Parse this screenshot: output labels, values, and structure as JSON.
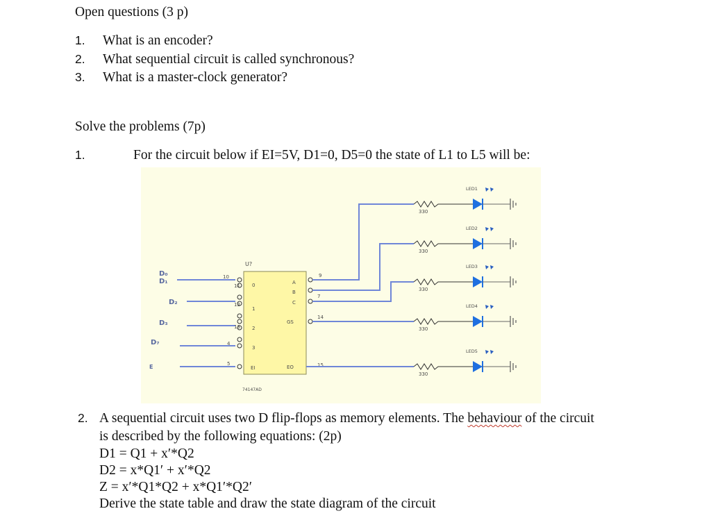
{
  "open_questions": {
    "heading": "Open questions (3 p)",
    "items": [
      {
        "num": "1.",
        "text": "What is an encoder?"
      },
      {
        "num": "2.",
        "text": "What sequential circuit is called synchronous?"
      },
      {
        "num": "3.",
        "text": "What is a master-clock generator?"
      }
    ]
  },
  "problems": {
    "heading": "Solve the problems (7p)",
    "p1": {
      "num": "1.",
      "text": "For the circuit below if EI=5V, D1=0, D5=0 the state of L1 to L5 will be:"
    },
    "p2": {
      "num": "2.",
      "line1_a": "A sequential circuit uses two D flip-flops as memory elements. The ",
      "line1_word": "behaviour",
      "line1_b": " of the circuit",
      "line2": "is described by the following equations: (2p)",
      "eq1": "D1 = Q1 + x′*Q2",
      "eq2": "D2 = x*Q1′ + x′*Q2",
      "eq3": "Z = x′*Q1*Q2 + x*Q1′*Q2′",
      "line_last": "Derive the state table and draw the state diagram of the circuit"
    }
  },
  "circuit": {
    "colors": {
      "background": "#fdfde6",
      "wire": "#6f86d8",
      "chip": "#fef7a6",
      "led": "#1e6fe0",
      "text": "#4a4a4a"
    },
    "chip_label": "U?",
    "chip_part": "74147AD",
    "inputs": [
      {
        "label": "D₀",
        "pin": "10",
        "in": "0"
      },
      {
        "label": "D₁",
        "pin": "11",
        "in": ""
      },
      {
        "label": "D₂",
        "pin": "12",
        "in": "1"
      },
      {
        "label": "D₃",
        "pin": "13",
        "in": "2"
      },
      {
        "label": "D₇",
        "pin": "4",
        "in": "3"
      },
      {
        "label": "E",
        "pin": "5",
        "in": "EI"
      }
    ],
    "outputs": [
      {
        "name": "A",
        "pin": "9"
      },
      {
        "name": "B",
        "pin": "7"
      },
      {
        "name": "C",
        "pin": ""
      },
      {
        "name": "GS",
        "pin": "14"
      },
      {
        "name": "EO",
        "pin": "15"
      }
    ],
    "leds": [
      {
        "label": "LED1",
        "resistor": "330"
      },
      {
        "label": "LED2",
        "resistor": "330"
      },
      {
        "label": "LED3",
        "resistor": "330"
      },
      {
        "label": "LED4",
        "resistor": "330"
      },
      {
        "label": "LED5",
        "resistor": "330"
      }
    ]
  }
}
